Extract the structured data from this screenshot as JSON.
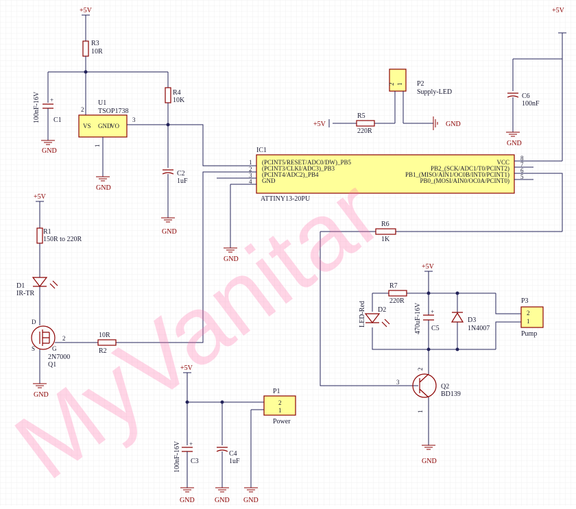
{
  "power": {
    "vcc": "+5V",
    "gnd": "GND"
  },
  "parts": {
    "r1": {
      "ref": "R1",
      "value": "150R to 220R"
    },
    "r2": {
      "ref": "R2",
      "value": "10R"
    },
    "r3": {
      "ref": "R3",
      "value": "10R"
    },
    "r4": {
      "ref": "R4",
      "value": "10K"
    },
    "r5": {
      "ref": "R5",
      "value": "220R"
    },
    "r6": {
      "ref": "R6",
      "value": "1K"
    },
    "r7": {
      "ref": "R7",
      "value": "220R"
    },
    "c1": {
      "ref": "C1",
      "value": "100nF-16V"
    },
    "c2": {
      "ref": "C2",
      "value": "1uF"
    },
    "c3": {
      "ref": "C3",
      "value": "100nF-16V"
    },
    "c4": {
      "ref": "C4",
      "value": "1uF"
    },
    "c5": {
      "ref": "C5",
      "value": "470uF-16V"
    },
    "c6": {
      "ref": "C6",
      "value": "100nF"
    },
    "d1": {
      "ref": "D1",
      "value": "IR-TR"
    },
    "d2": {
      "ref": "D2",
      "value": "LED-Red"
    },
    "d3": {
      "ref": "D3",
      "value": "1N4007"
    },
    "q1": {
      "ref": "Q1",
      "value": "2N7000",
      "pin_d": "D",
      "pin_s": "S",
      "pin_g": "G"
    },
    "q2": {
      "ref": "Q2",
      "value": "BD139"
    },
    "u1": {
      "ref": "U1",
      "value": "TSOP1738",
      "pin_vs": "VS",
      "pin_gnd": "GND",
      "pin_vo": "VO"
    },
    "p1": {
      "ref": "P1",
      "value": "Power"
    },
    "p2": {
      "ref": "P2",
      "value": "Supply-LED"
    },
    "p3": {
      "ref": "P3",
      "value": "Pump"
    },
    "ic1": {
      "ref": "IC1",
      "value": "ATTINY13-20PU",
      "pin1": "(PCINT5/RESET/ADC0/DW)_PB5",
      "pin2": "(PCINT3/CLKI/ADC3)_PB3",
      "pin3": "(PCINT4/ADC2)_PB4",
      "pin4": "GND",
      "pin8": "VCC",
      "pin7": "PB2_(SCK/ADC1/T0/PCINT2)",
      "pin6": "PB1_(MISO/AIN1/OC0B/INT0/PCINT1)",
      "pin5": "PB0_(MOSI/AIN0/OC0A/PCINT0)"
    }
  },
  "watermark": "MyVanitar"
}
